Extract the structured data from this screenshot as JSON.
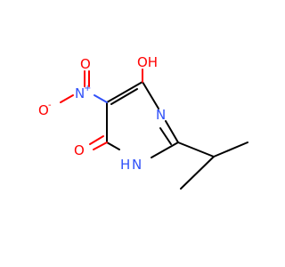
{
  "molecule": {
    "atoms": {
      "oh_top": {
        "label": "OH",
        "color": "#ff0000"
      },
      "o_bottom": {
        "label": "O",
        "color": "#ff0000"
      },
      "n_ring_right": {
        "label": "N",
        "color": "#3050f8"
      },
      "n_ring_bottom": {
        "label": "N",
        "color": "#3050f8"
      },
      "h_ring_bottom": {
        "label": "H",
        "color": "#3050f8"
      },
      "n_nitro": {
        "label": "N",
        "color": "#3050f8"
      },
      "n_nitro_charge": {
        "label": "+",
        "color": "#3050f8"
      },
      "o_nitro_left": {
        "label": "O",
        "color": "#ff0000"
      },
      "o_nitro_left_charge": {
        "label": "-",
        "color": "#ff0000"
      },
      "o_nitro_top": {
        "label": "O",
        "color": "#ff0000"
      }
    }
  }
}
